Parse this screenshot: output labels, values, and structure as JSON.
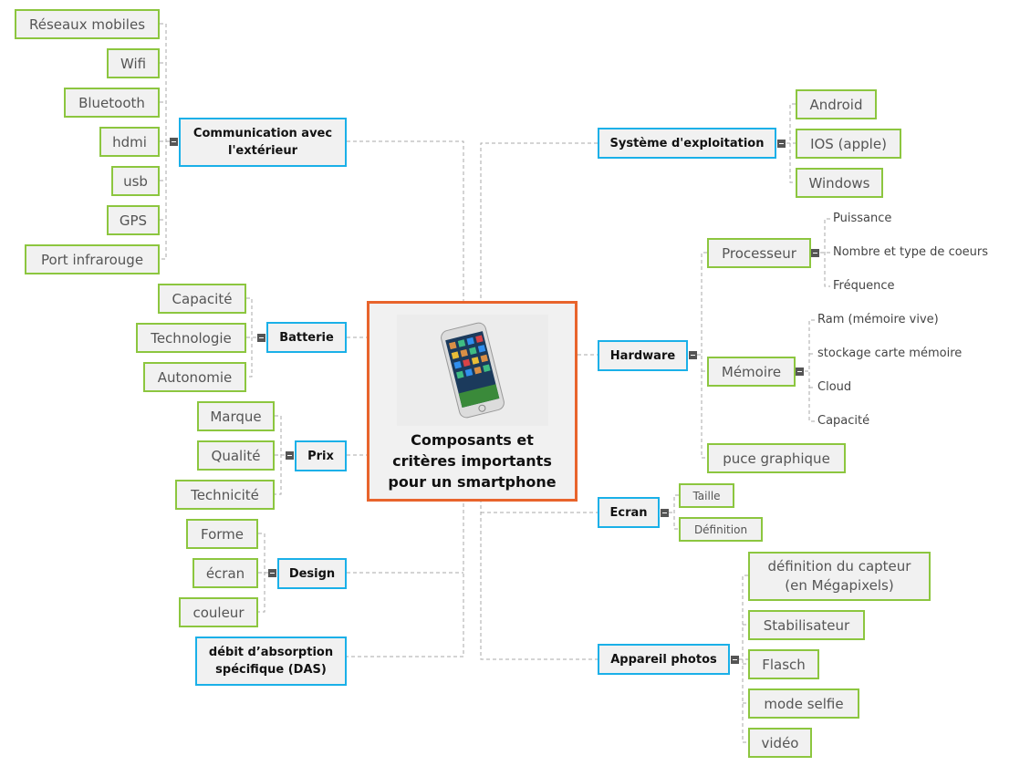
{
  "central": {
    "title_lines": [
      "Composants et",
      "critères importants",
      "pour un smartphone"
    ],
    "image": "smartphone-photo"
  },
  "branches": {
    "communication": {
      "label": "Communication avec l'extérieur",
      "items": [
        "Réseaux mobiles",
        "Wifi",
        "Bluetooth",
        "hdmi",
        "usb",
        "GPS",
        "Port infrarouge"
      ]
    },
    "batterie": {
      "label": "Batterie",
      "items": [
        "Capacité",
        "Technologie",
        "Autonomie"
      ]
    },
    "prix": {
      "label": "Prix",
      "items": [
        "Marque",
        "Qualité",
        "Technicité"
      ]
    },
    "design": {
      "label": "Design",
      "items": [
        "Forme",
        "écran",
        "couleur"
      ]
    },
    "das": {
      "label": "débit d’absorption spécifique (DAS)"
    },
    "systeme": {
      "label": "Système d'exploitation",
      "items": [
        "Android",
        "IOS (apple)",
        "Windows"
      ]
    },
    "hardware": {
      "label": "Hardware",
      "processeur": {
        "label": "Processeur",
        "items": [
          "Puissance",
          "Nombre et type de coeurs",
          "Fréquence"
        ]
      },
      "memoire": {
        "label": "Mémoire",
        "items": [
          "Ram (mémoire vive)",
          "stockage carte mémoire",
          "Cloud",
          "Capacité"
        ]
      },
      "puce": {
        "label": "puce graphique"
      }
    },
    "ecran": {
      "label": "Ecran",
      "items": [
        "Taille",
        "Définition"
      ]
    },
    "photos": {
      "label": "Appareil photos",
      "items": [
        "définition du capteur (en Mégapixels)",
        "Stabilisateur",
        "Flasch",
        "mode selfie",
        "vidéo"
      ]
    }
  },
  "colors": {
    "central_border": "#e8642c",
    "main_border": "#1ab0e8",
    "leaf_border": "#8cc63f"
  }
}
